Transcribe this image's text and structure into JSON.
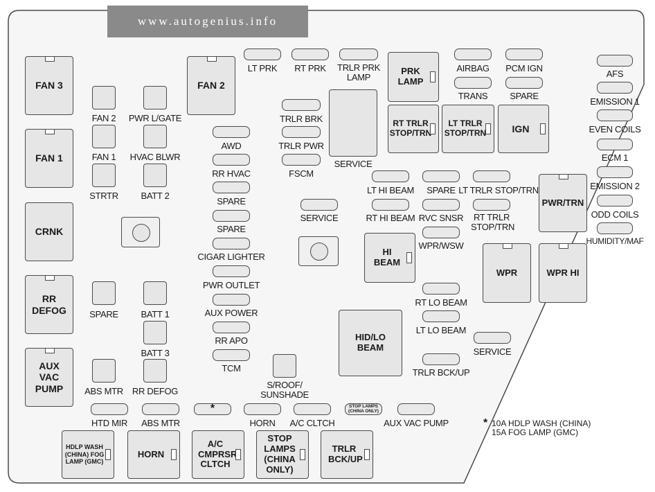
{
  "watermark": "www.autogenius.info",
  "relays": {
    "fan3": "FAN 3",
    "fan1": "FAN 1",
    "crnk": "CRNK",
    "rr_defog": "RR DEFOG",
    "aux_vac_pump": "AUX VAC PUMP",
    "fan2": "FAN 2",
    "prk_lamp": "PRK LAMP",
    "service": "SERVICE",
    "rt_trlr_stop_trn": "RT TRLR STOP/TRN",
    "lt_trlr_stop_trn": "LT TRLR STOP/TRN",
    "ign": "IGN",
    "pwr_trn": "PWR/TRN",
    "wpr": "WPR",
    "wpr_hi": "WPR HI",
    "hi_beam": "HI BEAM",
    "hid_lo_beam": "HID/LO BEAM",
    "hdlp_wash_fog": "HDLP WASH (CHINA) FOG LAMP (GMC)",
    "horn": "HORN",
    "ac_cmprsr_clutch": "A/C CMPRSR CLTCH",
    "stop_lamps_china": "STOP LAMPS (CHINA ONLY)",
    "trlr_bck_up": "TRLR BCK/UP"
  },
  "fuses": {
    "fan2": "FAN 2",
    "pwr_lgate": "PWR L/GATE",
    "fan1": "FAN 1",
    "hvac_blwr": "HVAC BLWR",
    "strtr": "STRTR",
    "batt2": "BATT 2",
    "spare_left": "SPARE",
    "batt1": "BATT 1",
    "batt3": "BATT 3",
    "abs_mtr_sq": "ABS MTR",
    "rr_defog": "RR DEFOG",
    "lt_prk": "LT PRK",
    "rt_prk": "RT PRK",
    "trlr_prk_lamp": "TRLR PRK LAMP",
    "airbag": "AIRBAG",
    "pcm_ign": "PCM IGN",
    "trans": "TRANS",
    "spare_top": "SPARE",
    "trlr_brk": "TRLR BRK",
    "trlr_pwr": "TRLR PWR",
    "fscm": "FSCM",
    "awd": "AWD",
    "rr_hvac": "RR HVAC",
    "spare_mid1": "SPARE",
    "spare_mid2": "SPARE",
    "cigar_lighter": "CIGAR LIGHTER",
    "pwr_outlet": "PWR OUTLET",
    "aux_power": "AUX POWER",
    "rr_apo": "RR APO",
    "tcm": "TCM",
    "sroof_sunshade": "S/ROOF/ SUNSHADE",
    "service_mid": "SERVICE",
    "lt_hi_beam": "LT HI BEAM",
    "spare_right": "SPARE",
    "lt_trlr_stop_trn": "LT TRLR STOP/TRN",
    "rt_hi_beam": "RT HI BEAM",
    "rvc_snsr": "RVC SNSR",
    "rt_trlr_stop_trn": "RT TRLR STOP/TRN",
    "wpr_wsw": "WPR/WSW",
    "rt_lo_beam": "RT LO BEAM",
    "lt_lo_beam": "LT LO BEAM",
    "service_right": "SERVICE",
    "trlr_bck_up": "TRLR BCK/UP",
    "afs": "AFS",
    "emission1": "EMISSION 1",
    "even_coils": "EVEN COILS",
    "ecm1": "ECM 1",
    "emission2": "EMISSION 2",
    "odd_coils": "ODD COILS",
    "humidity_maf": "HUMIDITY/MAF",
    "htd_mir": "HTD MIR",
    "abs_mtr_bottom": "ABS MTR",
    "star": "*",
    "horn": "HORN",
    "ac_cltch": "A/C CLTCH",
    "stop_lamps_china": "STOP LAMPS (CHINA ONLY)",
    "aux_vac_pump": "AUX VAC PUMP"
  },
  "note": {
    "star": "*",
    "line1": "10A  HDLP WASH (CHINA)",
    "line2": "15A  FOG LAMP (GMC)"
  }
}
